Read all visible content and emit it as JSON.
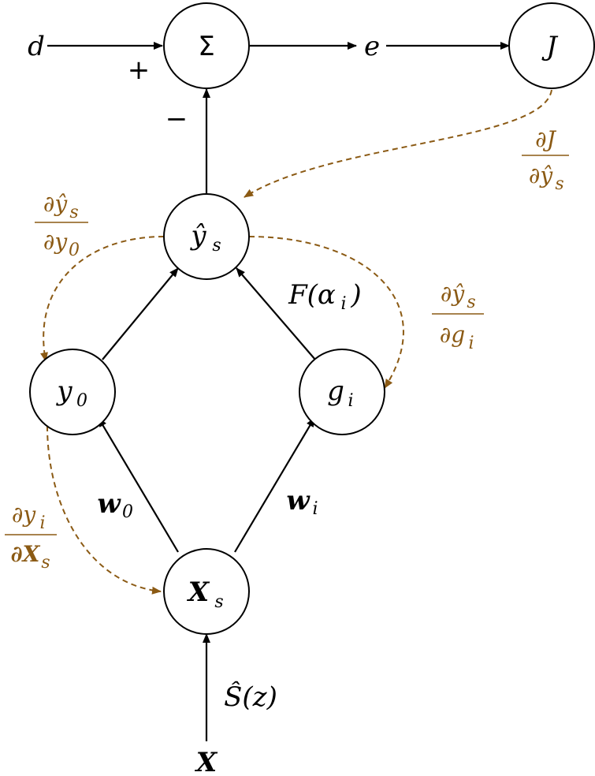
{
  "nodes": {
    "sum": "Σ",
    "cost": "J",
    "yhat": "ŷ",
    "yhat_sub": "s",
    "y0": "y",
    "y0_sub": "0",
    "gi": "g",
    "gi_sub": "i",
    "xs": "X",
    "xs_sub": "s"
  },
  "inputs": {
    "desired": "d",
    "input": "X",
    "error": "e"
  },
  "signs": {
    "plus": "+",
    "minus": "−"
  },
  "edge_labels": {
    "f_alpha": "F(α",
    "f_alpha_sub": "i",
    "f_alpha_close": ")",
    "w0": "w",
    "w0_sub": "0",
    "wi": "w",
    "wi_sub": "i",
    "s_hat_z": "Ŝ(z)"
  },
  "gradients": {
    "dJ_num": "∂J",
    "dJ_den": "∂ŷ",
    "dJ_den_sub": "s",
    "dys_dy0_num": "∂ŷ",
    "dys_dy0_num_sub": "s",
    "dys_dy0_den": "∂y",
    "dys_dy0_den_sub": "0",
    "dys_dgi_num": "∂ŷ",
    "dys_dgi_num_sub": "s",
    "dys_dgi_den": "∂g",
    "dys_dgi_den_sub": "i",
    "dyi_dxs_num": "∂y",
    "dyi_dxs_num_sub": "i",
    "dyi_dxs_den": "∂X",
    "dyi_dxs_den_sub": "s"
  }
}
